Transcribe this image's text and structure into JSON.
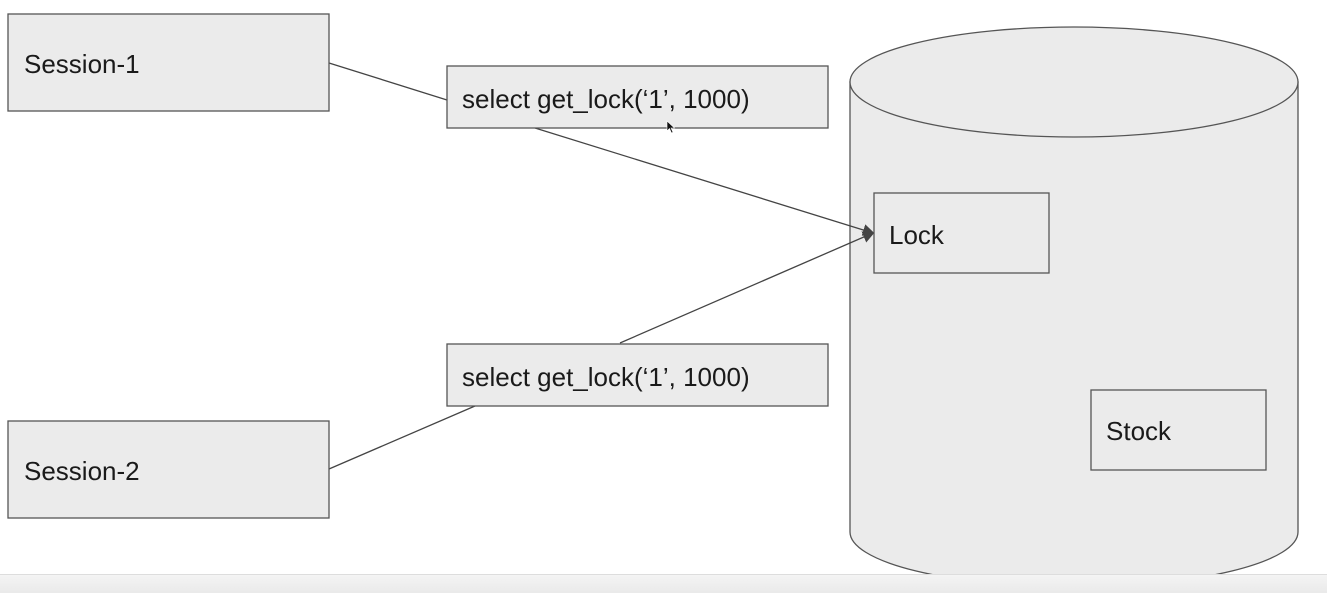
{
  "diagram": {
    "session1": "Session-1",
    "session2": "Session-2",
    "query1": "select get_lock(‘1’, 1000)",
    "query2": "select get_lock(‘1’, 1000)",
    "lock": "Lock",
    "stock": "Stock"
  },
  "colors": {
    "box_fill": "#ebebeb",
    "stroke": "#555555",
    "text": "#1a1a1a"
  }
}
